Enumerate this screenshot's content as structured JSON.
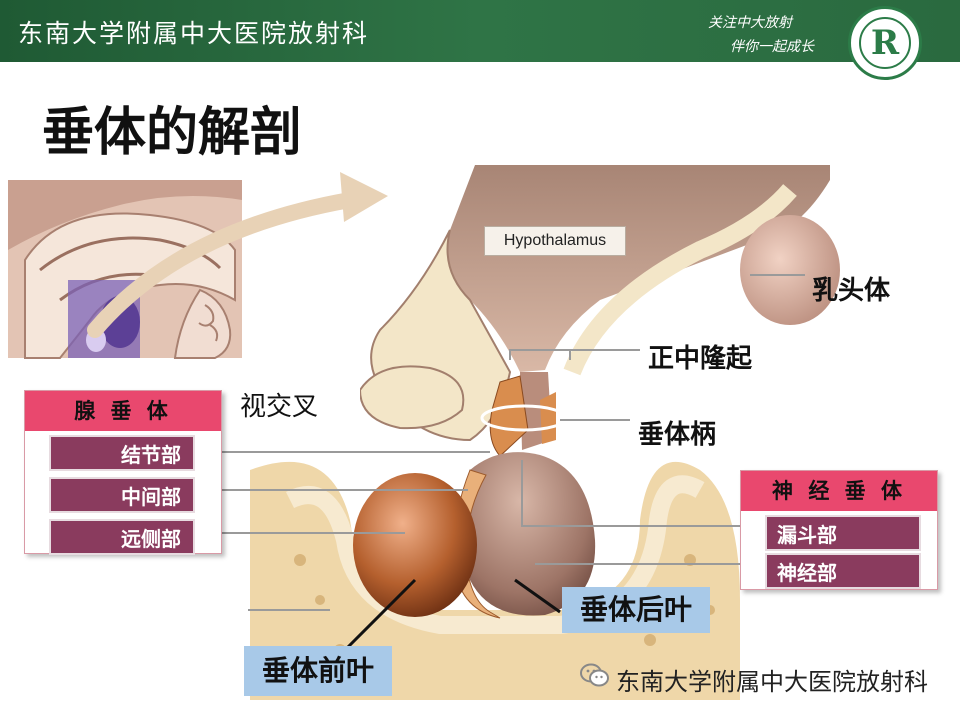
{
  "header": {
    "title": "东南大学附属中大医院放射科",
    "slogan_line1": "关注中大放射",
    "slogan_line2": "伴你一起成长",
    "logo_letter": "R"
  },
  "page_title": "垂体的解剖",
  "figure": {
    "hypothalamus_label": "Hypothalamus",
    "labels": {
      "mammillary": "乳头体",
      "median_eminence": "正中隆起",
      "optic_chiasm": "视交叉",
      "stalk": "垂体柄",
      "posterior_lobe": "垂体后叶",
      "anterior_lobe": "垂体前叶"
    }
  },
  "adenohypophysis": {
    "title": "腺 垂 体",
    "items": [
      "结节部",
      "中间部",
      "远侧部"
    ]
  },
  "neurohypophysis": {
    "title": "神 经 垂 体",
    "items": [
      "漏斗部",
      "神经部"
    ]
  },
  "footer": {
    "text": "东南大学附属中大医院放射科"
  },
  "colors": {
    "header_green": "#2f7446",
    "panel_pink": "#e9486e",
    "item_purple": "#8a3b5e",
    "box_blue": "#a8c9e8"
  }
}
